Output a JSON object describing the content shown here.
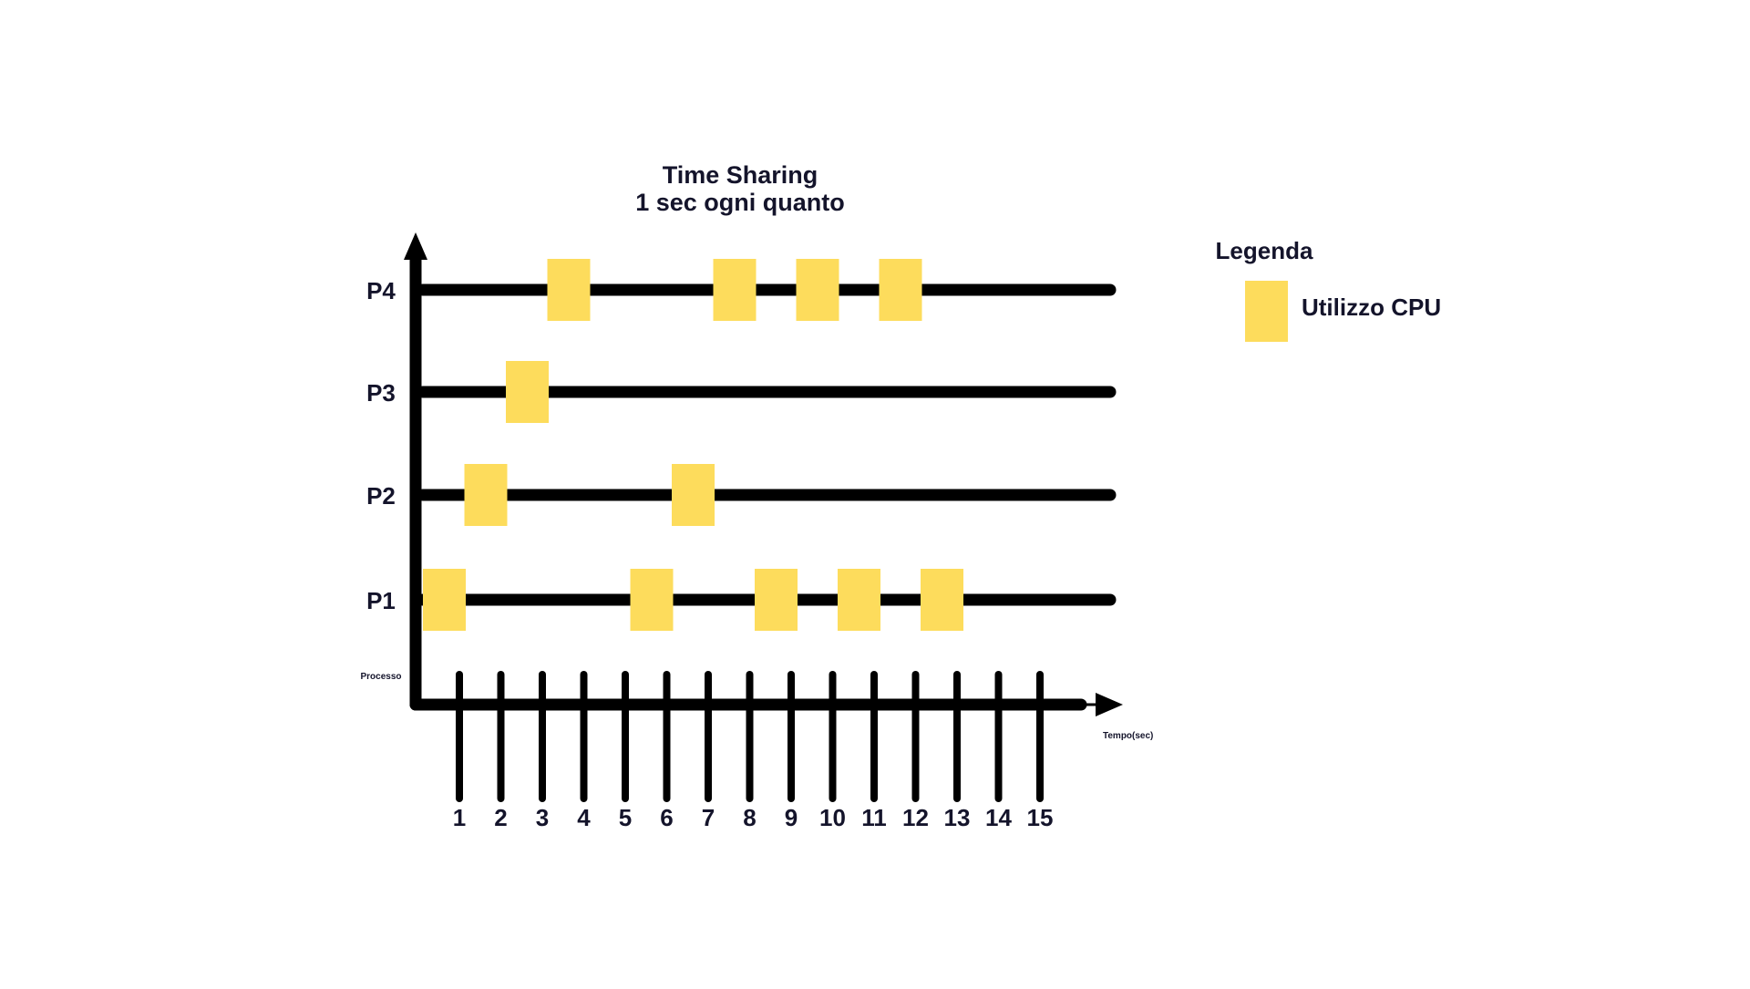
{
  "chart_data": {
    "type": "gantt",
    "title": "Time Sharing",
    "subtitle": "1 sec ogni quanto",
    "xlabel": "Tempo(sec)",
    "ylabel": "Processo",
    "x_ticks": [
      "1",
      "2",
      "3",
      "4",
      "5",
      "6",
      "7",
      "8",
      "9",
      "10",
      "11",
      "12",
      "13",
      "14",
      "15"
    ],
    "processes": [
      {
        "label": "P1",
        "cpu_slots": [
          0,
          5,
          8,
          10,
          12
        ]
      },
      {
        "label": "P2",
        "cpu_slots": [
          1,
          6
        ]
      },
      {
        "label": "P3",
        "cpu_slots": [
          2
        ]
      },
      {
        "label": "P4",
        "cpu_slots": [
          3,
          7,
          9,
          11
        ]
      }
    ],
    "legend": {
      "title": "Legenda",
      "items": [
        {
          "label": "Utilizzo CPU",
          "color": "#FDDC5C"
        }
      ]
    },
    "colors": {
      "axis": "#000000",
      "text": "#14142B",
      "cpu": "#FDDC5C"
    }
  }
}
